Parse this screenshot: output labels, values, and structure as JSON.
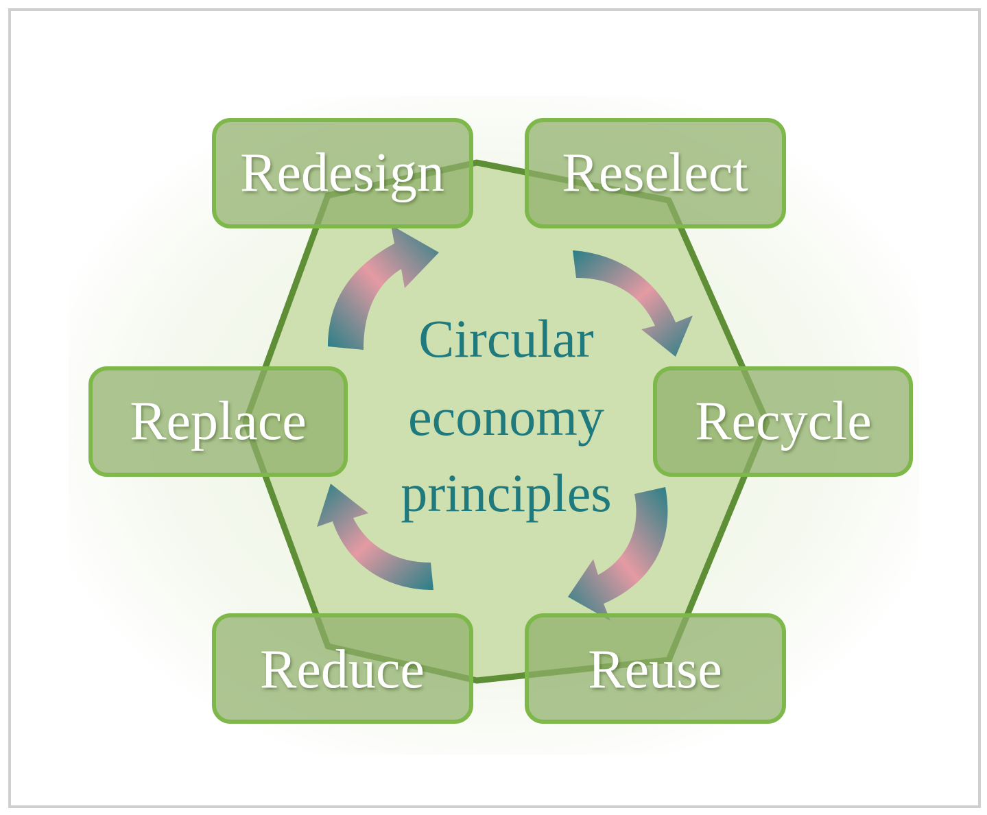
{
  "center": {
    "line1": "Circular",
    "line2": "economy",
    "line3": "principles"
  },
  "boxes": {
    "redesign": "Redesign",
    "reselect": "Reselect",
    "replace": "Replace",
    "recycle": "Recycle",
    "reduce": "Reduce",
    "reuse": "Reuse"
  },
  "colors": {
    "hexagon_fill": "#cfe0b0",
    "hexagon_stroke": "#5e8f36",
    "box_fill": "#8fae6a",
    "box_stroke": "#7fb84a",
    "arrow_teal": "#2a7f86",
    "arrow_pink": "#e59aa3",
    "center_text": "#1f7a7d"
  },
  "icons": [
    "curved-arrow-icon"
  ]
}
